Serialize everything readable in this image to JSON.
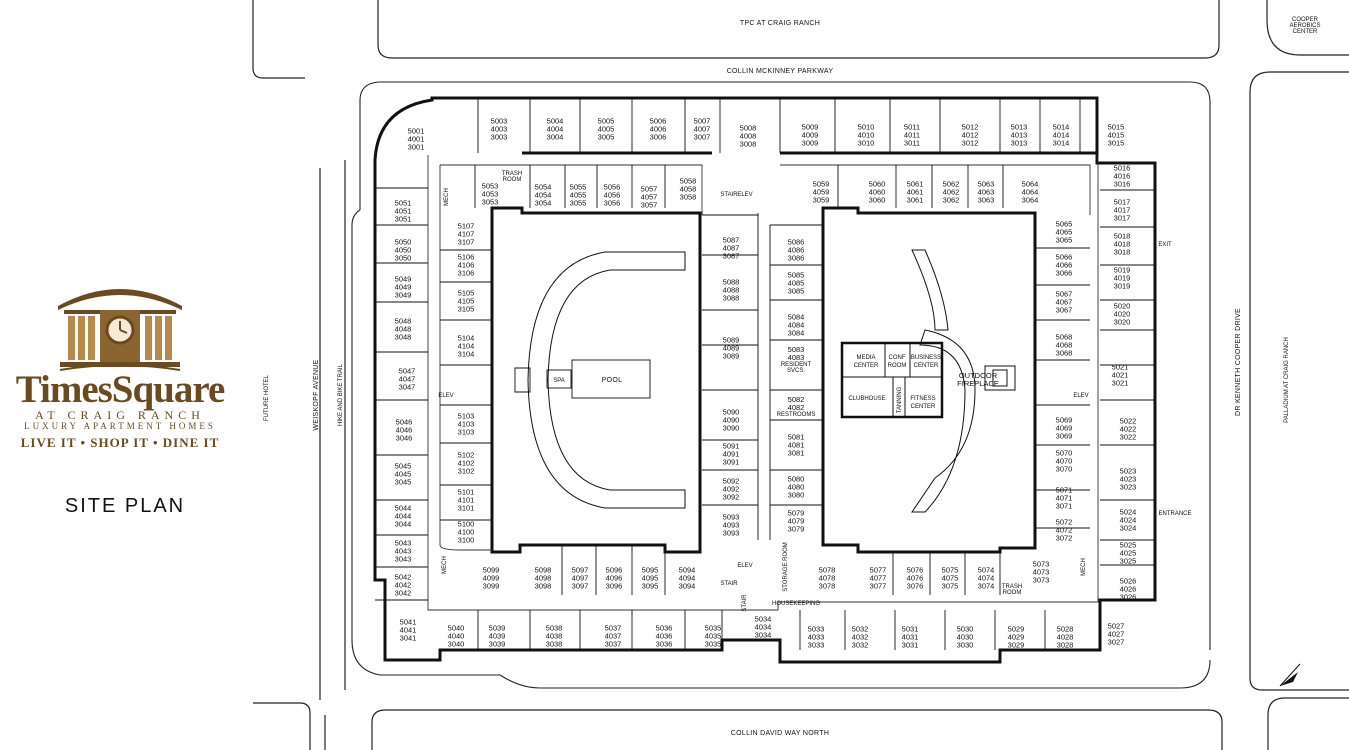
{
  "brand": {
    "name": "TimesSquare",
    "subtitle": "AT CRAIG RANCH",
    "subtitle2": "LUXURY APARTMENT HOMES",
    "tagline": "LIVE IT • SHOP IT • DINE IT",
    "color": "#6a4a1e"
  },
  "page_title": "SITE PLAN",
  "streets": {
    "top_inner": "TPC AT CRAIG RANCH",
    "top": "COLLIN MCKINNEY PARKWAY",
    "bottom": "COLLIN DAVID WAY NORTH",
    "left": "WEISKOPF AVENUE",
    "left_trail": "HIKE AND BIKE TRAIL",
    "left_outer": "FUTURE HOTEL",
    "right": "DR KENNETH COOPER DRIVE",
    "right_outer": "PALLADIUM AT CRAIG RANCH",
    "corner_top_right_1": "COOPER",
    "corner_top_right_2": "AEROBICS",
    "corner_top_right_3": "CENTER"
  },
  "labels": {
    "exit": "EXIT",
    "entrance": "ENTRANCE",
    "pool": "POOL",
    "spa": "SPA",
    "outdoor_fireplace_1": "OUTDOOR",
    "outdoor_fireplace_2": "FIREPLACE",
    "media_1": "MEDIA",
    "media_2": "CENTER",
    "conf_1": "CONF",
    "conf_2": "ROOM",
    "business_1": "BUSINESS",
    "business_2": "CENTER",
    "clubhouse": "CLUBHOUSE",
    "tanning": "TANNING",
    "fitness_1": "FITNESS",
    "fitness_2": "CENTER",
    "resident_1": "RESIDENT",
    "resident_2": "SVCS.",
    "restrooms": "RESTROOMS",
    "housekeeping": "HOUSEKEEPING",
    "storage": "STORAGE ROOM",
    "trash_1": "TRASH",
    "trash_2": "ROOM",
    "mech": "MECH",
    "elev": "ELEV",
    "stair": "STAIR"
  },
  "units": [
    [
      "5001",
      "4001",
      "3001"
    ],
    [
      "5003",
      "4003",
      "3003"
    ],
    [
      "5004",
      "4004",
      "3004"
    ],
    [
      "5005",
      "4005",
      "3005"
    ],
    [
      "5006",
      "4006",
      "3006"
    ],
    [
      "5007",
      "4007",
      "3007"
    ],
    [
      "5008",
      "4008",
      "3008"
    ],
    [
      "5009",
      "4009",
      "3009"
    ],
    [
      "5010",
      "4010",
      "3010"
    ],
    [
      "5011",
      "4011",
      "3011"
    ],
    [
      "5012",
      "4012",
      "3012"
    ],
    [
      "5013",
      "4013",
      "3013"
    ],
    [
      "5014",
      "4014",
      "3014"
    ],
    [
      "5015",
      "4015",
      "3015"
    ],
    [
      "5016",
      "4016",
      "3016"
    ],
    [
      "5017",
      "4017",
      "3017"
    ],
    [
      "5018",
      "4018",
      "3018"
    ],
    [
      "5019",
      "4019",
      "3019"
    ],
    [
      "5020",
      "4020",
      "3020"
    ],
    [
      "5021",
      "4021",
      "3021"
    ],
    [
      "5022",
      "4022",
      "3022"
    ],
    [
      "5023",
      "4023",
      "3023"
    ],
    [
      "5024",
      "4024",
      "3024"
    ],
    [
      "5025",
      "4025",
      "3025"
    ],
    [
      "5026",
      "4026",
      "3026"
    ],
    [
      "5027",
      "4027",
      "3027"
    ],
    [
      "5028",
      "4028",
      "3028"
    ],
    [
      "5029",
      "4029",
      "3029"
    ],
    [
      "5030",
      "4030",
      "3030"
    ],
    [
      "5031",
      "4031",
      "3031"
    ],
    [
      "5032",
      "4032",
      "3032"
    ],
    [
      "5033",
      "4033",
      "3033"
    ],
    [
      "5034",
      "4034",
      "3034"
    ],
    [
      "5035",
      "4035",
      "3035"
    ],
    [
      "5036",
      "4036",
      "3036"
    ],
    [
      "5037",
      "4037",
      "3037"
    ],
    [
      "5038",
      "4038",
      "3038"
    ],
    [
      "5039",
      "4039",
      "3039"
    ],
    [
      "5040",
      "4040",
      "3040"
    ],
    [
      "5041",
      "4041",
      "3041"
    ],
    [
      "5042",
      "4042",
      "3042"
    ],
    [
      "5043",
      "4043",
      "3043"
    ],
    [
      "5044",
      "4044",
      "3044"
    ],
    [
      "5045",
      "4045",
      "3045"
    ],
    [
      "5046",
      "4046",
      "3046"
    ],
    [
      "5047",
      "4047",
      "3047"
    ],
    [
      "5048",
      "4048",
      "3048"
    ],
    [
      "5049",
      "4049",
      "3049"
    ],
    [
      "5050",
      "4050",
      "3050"
    ],
    [
      "5051",
      "4051",
      "3051"
    ],
    [
      "5053",
      "4053",
      "3053"
    ],
    [
      "5054",
      "4054",
      "3054"
    ],
    [
      "5055",
      "4055",
      "3055"
    ],
    [
      "5056",
      "4056",
      "3056"
    ],
    [
      "5057",
      "4057",
      "3057"
    ],
    [
      "5058",
      "4058",
      "3058"
    ],
    [
      "5059",
      "4059",
      "3059"
    ],
    [
      "5060",
      "4060",
      "3060"
    ],
    [
      "5061",
      "4061",
      "3061"
    ],
    [
      "5062",
      "4062",
      "3062"
    ],
    [
      "5063",
      "4063",
      "3063"
    ],
    [
      "5064",
      "4064",
      "3064"
    ],
    [
      "5065",
      "4065",
      "3065"
    ],
    [
      "5066",
      "4066",
      "3066"
    ],
    [
      "5067",
      "4067",
      "3067"
    ],
    [
      "5068",
      "4068",
      "3068"
    ],
    [
      "5069",
      "4069",
      "3069"
    ],
    [
      "5070",
      "4070",
      "3070"
    ],
    [
      "5071",
      "4071",
      "3071"
    ],
    [
      "5072",
      "4072",
      "3072"
    ],
    [
      "5073",
      "4073",
      "3073"
    ],
    [
      "5074",
      "4074",
      "3074"
    ],
    [
      "5075",
      "4075",
      "3075"
    ],
    [
      "5076",
      "4076",
      "3076"
    ],
    [
      "5077",
      "4077",
      "3077"
    ],
    [
      "5078",
      "4078",
      "3078"
    ],
    [
      "5079",
      "4079",
      "3079"
    ],
    [
      "5080",
      "4080",
      "3080"
    ],
    [
      "5081",
      "4081",
      "3081"
    ],
    [
      "5082",
      "4082"
    ],
    [
      "5083",
      "4083"
    ],
    [
      "5084",
      "4084",
      "3084"
    ],
    [
      "5085",
      "4085",
      "3085"
    ],
    [
      "5086",
      "4086",
      "3086"
    ],
    [
      "5087",
      "4087",
      "3087"
    ],
    [
      "5088",
      "4088",
      "3088"
    ],
    [
      "5089",
      "4089",
      "3089"
    ],
    [
      "5090",
      "4090",
      "3090"
    ],
    [
      "5091",
      "4091",
      "3091"
    ],
    [
      "5092",
      "4092",
      "3092"
    ],
    [
      "5093",
      "4093",
      "3093"
    ],
    [
      "5094",
      "4094",
      "3094"
    ],
    [
      "5095",
      "4095",
      "3095"
    ],
    [
      "5096",
      "4096",
      "3096"
    ],
    [
      "5097",
      "4097",
      "3097"
    ],
    [
      "5098",
      "4098",
      "3098"
    ],
    [
      "5099",
      "4099",
      "3099"
    ],
    [
      "5100",
      "4100",
      "3100"
    ],
    [
      "5101",
      "4101",
      "3101"
    ],
    [
      "5102",
      "4102",
      "3102"
    ],
    [
      "5103",
      "4103",
      "3103"
    ],
    [
      "5104",
      "4104",
      "3104"
    ],
    [
      "5105",
      "4105",
      "3105"
    ],
    [
      "5106",
      "4106",
      "3106"
    ],
    [
      "5107",
      "4107",
      "3107"
    ]
  ]
}
